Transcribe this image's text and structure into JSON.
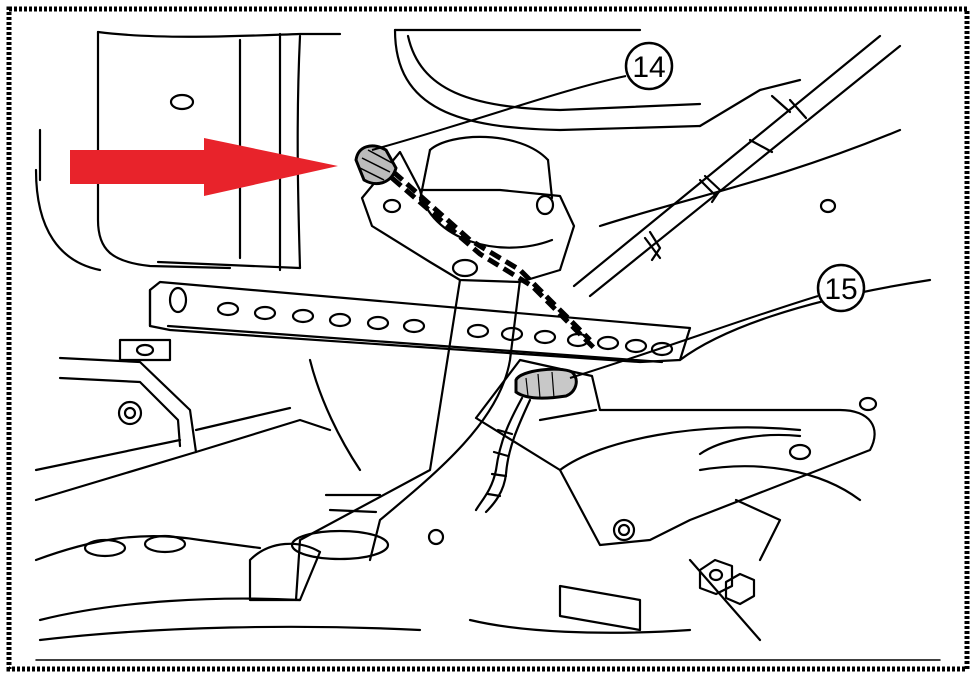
{
  "callouts": [
    {
      "id": "14",
      "label": "14"
    },
    {
      "id": "15",
      "label": "15"
    }
  ],
  "colors": {
    "line": "#000000",
    "background": "#ffffff",
    "arrow": "#e8232b",
    "border": "#000000"
  },
  "icons": {
    "pointer": "red-arrow-icon"
  }
}
